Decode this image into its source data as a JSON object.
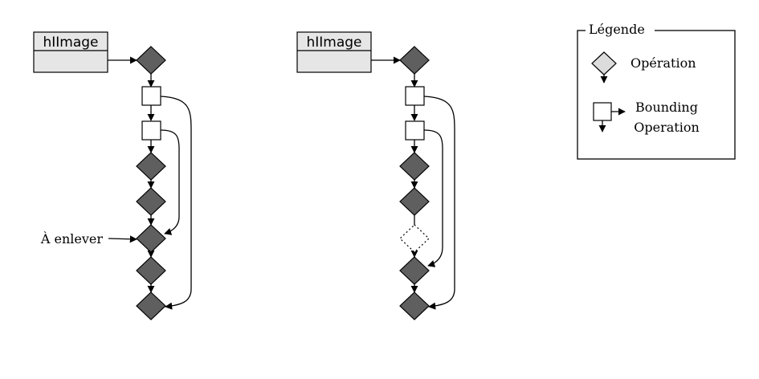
{
  "diagrams": [
    {
      "image_label": "hIImage",
      "annotation": "À enlever"
    },
    {
      "image_label": "hIImage"
    }
  ],
  "legend": {
    "title": "Légende",
    "operation_label": "Opération",
    "bounding_line1": "Bounding",
    "bounding_line2": "Operation"
  }
}
